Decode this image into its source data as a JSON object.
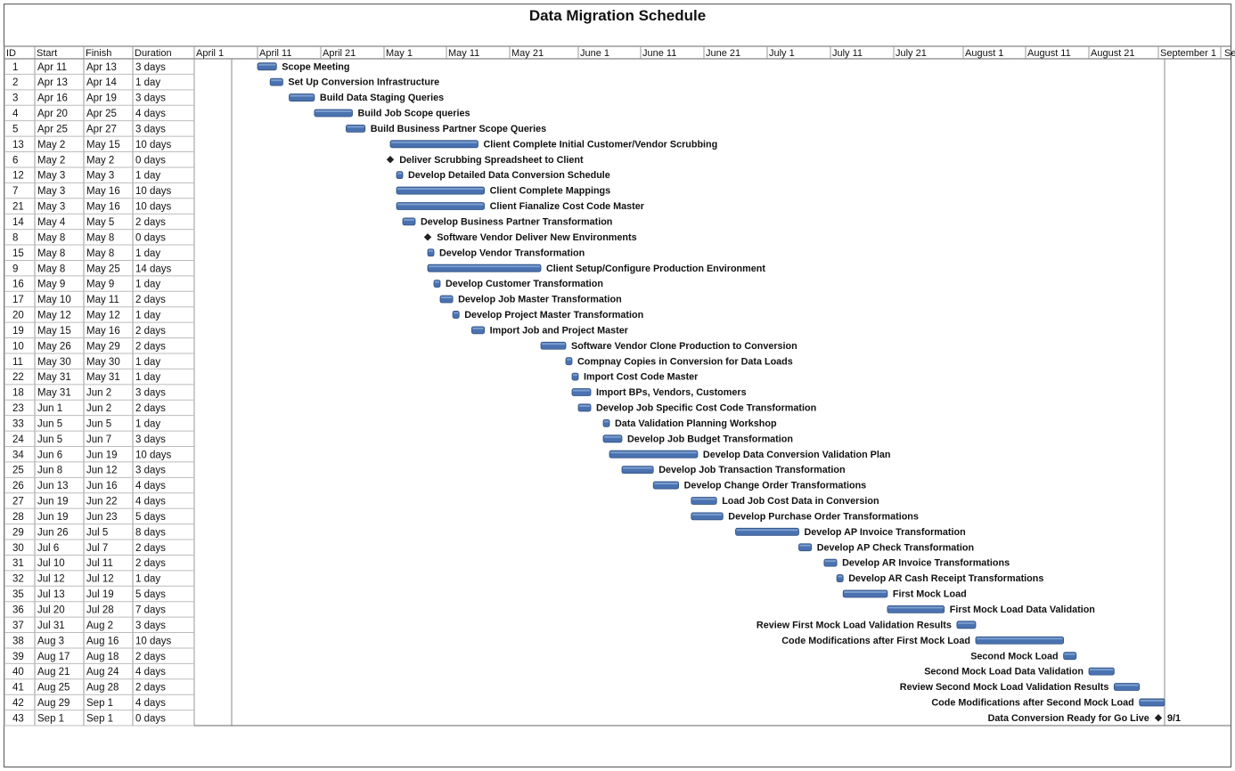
{
  "chart_data": {
    "type": "gantt",
    "title": "Data Migration Schedule",
    "table_headers": [
      "ID",
      "Start",
      "Finish",
      "Duration"
    ],
    "timeline_ticks": [
      "April 1",
      "April 11",
      "April 21",
      "May 1",
      "May 11",
      "May 21",
      "June 1",
      "June 11",
      "June 21",
      "July 1",
      "July 11",
      "July 21",
      "August 1",
      "August 11",
      "August 21",
      "September 1",
      "Se"
    ],
    "date_range": [
      "Apr 1",
      "Sep 5"
    ],
    "bar_color": "#4a72b0",
    "tasks": [
      {
        "id": "1",
        "start": "Apr 11",
        "finish": "Apr 13",
        "duration": "3 days",
        "name": "Scope Meeting",
        "milestone": false
      },
      {
        "id": "2",
        "start": "Apr 13",
        "finish": "Apr 14",
        "duration": "1 day",
        "name": "Set Up Conversion Infrastructure",
        "milestone": false
      },
      {
        "id": "3",
        "start": "Apr 16",
        "finish": "Apr 19",
        "duration": "3 days",
        "name": "Build Data Staging Queries",
        "milestone": false
      },
      {
        "id": "4",
        "start": "Apr 20",
        "finish": "Apr 25",
        "duration": "4 days",
        "name": "Build Job Scope queries",
        "milestone": false
      },
      {
        "id": "5",
        "start": "Apr 25",
        "finish": "Apr 27",
        "duration": "3 days",
        "name": "Build Business Partner Scope Queries",
        "milestone": false
      },
      {
        "id": "13",
        "start": "May 2",
        "finish": "May 15",
        "duration": "10 days",
        "name": "Client Complete Initial Customer/Vendor Scrubbing",
        "milestone": false
      },
      {
        "id": "6",
        "start": "May 2",
        "finish": "May 2",
        "duration": "0 days",
        "name": "Deliver Scrubbing Spreadsheet to Client",
        "milestone": true
      },
      {
        "id": "12",
        "start": "May 3",
        "finish": "May 3",
        "duration": "1 day",
        "name": "Develop Detailed Data Conversion Schedule",
        "milestone": false
      },
      {
        "id": "7",
        "start": "May 3",
        "finish": "May 16",
        "duration": "10 days",
        "name": "Client Complete Mappings",
        "milestone": false
      },
      {
        "id": "21",
        "start": "May 3",
        "finish": "May 16",
        "duration": "10 days",
        "name": "Client Fianalize Cost Code Master",
        "milestone": false
      },
      {
        "id": "14",
        "start": "May 4",
        "finish": "May 5",
        "duration": "2 days",
        "name": "Develop Business Partner Transformation",
        "milestone": false
      },
      {
        "id": "8",
        "start": "May 8",
        "finish": "May 8",
        "duration": "0 days",
        "name": "Software Vendor Deliver New Environments",
        "milestone": true
      },
      {
        "id": "15",
        "start": "May 8",
        "finish": "May 8",
        "duration": "1 day",
        "name": "Develop Vendor Transformation",
        "milestone": false
      },
      {
        "id": "9",
        "start": "May 8",
        "finish": "May 25",
        "duration": "14 days",
        "name": "Client Setup/Configure Production Environment",
        "milestone": false
      },
      {
        "id": "16",
        "start": "May 9",
        "finish": "May 9",
        "duration": "1 day",
        "name": "Develop Customer Transformation",
        "milestone": false
      },
      {
        "id": "17",
        "start": "May 10",
        "finish": "May 11",
        "duration": "2 days",
        "name": "Develop Job Master Transformation",
        "milestone": false
      },
      {
        "id": "20",
        "start": "May 12",
        "finish": "May 12",
        "duration": "1 day",
        "name": "Develop Project Master Transformation",
        "milestone": false
      },
      {
        "id": "19",
        "start": "May 15",
        "finish": "May 16",
        "duration": "2 days",
        "name": "Import Job and Project Master",
        "milestone": false
      },
      {
        "id": "10",
        "start": "May 26",
        "finish": "May 29",
        "duration": "2 days",
        "name": "Software Vendor Clone Production to Conversion",
        "milestone": false
      },
      {
        "id": "11",
        "start": "May 30",
        "finish": "May 30",
        "duration": "1 day",
        "name": "Compnay Copies in Conversion for Data Loads",
        "milestone": false
      },
      {
        "id": "22",
        "start": "May 31",
        "finish": "May 31",
        "duration": "1 day",
        "name": "Import Cost Code Master",
        "milestone": false
      },
      {
        "id": "18",
        "start": "May 31",
        "finish": "Jun 2",
        "duration": "3 days",
        "name": "Import BPs, Vendors, Customers",
        "milestone": false
      },
      {
        "id": "23",
        "start": "Jun 1",
        "finish": "Jun 2",
        "duration": "2 days",
        "name": "Develop Job Specific Cost Code Transformation",
        "milestone": false
      },
      {
        "id": "33",
        "start": "Jun 5",
        "finish": "Jun 5",
        "duration": "1 day",
        "name": "Data Validation Planning Workshop",
        "milestone": false
      },
      {
        "id": "24",
        "start": "Jun 5",
        "finish": "Jun 7",
        "duration": "3 days",
        "name": "Develop Job Budget Transformation",
        "milestone": false
      },
      {
        "id": "34",
        "start": "Jun 6",
        "finish": "Jun 19",
        "duration": "10 days",
        "name": "Develop Data Conversion Validation Plan",
        "milestone": false
      },
      {
        "id": "25",
        "start": "Jun 8",
        "finish": "Jun 12",
        "duration": "3 days",
        "name": "Develop Job Transaction Transformation",
        "milestone": false
      },
      {
        "id": "26",
        "start": "Jun 13",
        "finish": "Jun 16",
        "duration": "4 days",
        "name": "Develop Change Order Transformations",
        "milestone": false
      },
      {
        "id": "27",
        "start": "Jun 19",
        "finish": "Jun 22",
        "duration": "4 days",
        "name": "Load Job Cost Data in Conversion",
        "milestone": false
      },
      {
        "id": "28",
        "start": "Jun 19",
        "finish": "Jun 23",
        "duration": "5 days",
        "name": "Develop Purchase Order Transformations",
        "milestone": false
      },
      {
        "id": "29",
        "start": "Jun 26",
        "finish": "Jul 5",
        "duration": "8 days",
        "name": "Develop AP Invoice Transformation",
        "milestone": false
      },
      {
        "id": "30",
        "start": "Jul 6",
        "finish": "Jul 7",
        "duration": "2 days",
        "name": "Develop AP Check Transformation",
        "milestone": false
      },
      {
        "id": "31",
        "start": "Jul 10",
        "finish": "Jul 11",
        "duration": "2 days",
        "name": "Develop AR Invoice Transformations",
        "milestone": false
      },
      {
        "id": "32",
        "start": "Jul 12",
        "finish": "Jul 12",
        "duration": "1 day",
        "name": "Develop AR Cash Receipt Transformations",
        "milestone": false
      },
      {
        "id": "35",
        "start": "Jul 13",
        "finish": "Jul 19",
        "duration": "5 days",
        "name": "First Mock Load",
        "milestone": false
      },
      {
        "id": "36",
        "start": "Jul 20",
        "finish": "Jul 28",
        "duration": "7 days",
        "name": "First Mock Load Data Validation",
        "milestone": false
      },
      {
        "id": "37",
        "start": "Jul 31",
        "finish": "Aug 2",
        "duration": "3 days",
        "name": "Review First Mock Load Validation Results",
        "milestone": false
      },
      {
        "id": "38",
        "start": "Aug 3",
        "finish": "Aug 16",
        "duration": "10 days",
        "name": "Code Modifications after First Mock Load",
        "milestone": false
      },
      {
        "id": "39",
        "start": "Aug 17",
        "finish": "Aug 18",
        "duration": "2 days",
        "name": "Second Mock Load",
        "milestone": false
      },
      {
        "id": "40",
        "start": "Aug 21",
        "finish": "Aug 24",
        "duration": "4 days",
        "name": "Second Mock Load Data Validation",
        "milestone": false
      },
      {
        "id": "41",
        "start": "Aug 25",
        "finish": "Aug 28",
        "duration": "2 days",
        "name": "Review Second Mock Load Validation Results",
        "milestone": false
      },
      {
        "id": "42",
        "start": "Aug 29",
        "finish": "Sep 1",
        "duration": "4 days",
        "name": "Code Modifications after Second Mock Load",
        "milestone": false
      },
      {
        "id": "43",
        "start": "Sep 1",
        "finish": "Sep 1",
        "duration": "0 days",
        "name": "Data Conversion Ready for Go Live",
        "milestone": true,
        "milestone_label": "9/1"
      }
    ]
  }
}
